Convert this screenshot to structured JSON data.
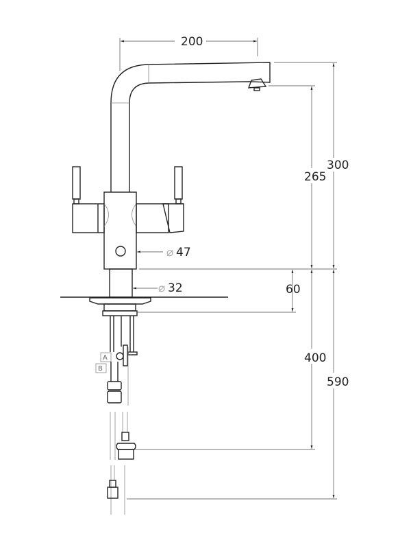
{
  "title": "Faucet dimension drawing",
  "dimensions": {
    "spout_reach": "200",
    "total_height": "300",
    "spout_outlet_height": "265",
    "body_diameter_symbol": "⌀",
    "body_diameter": "47",
    "base_diameter_symbol": "⌀",
    "base_diameter": "32",
    "mount_thickness": "60",
    "hose_length_valve": "400",
    "hose_length_total": "590"
  },
  "hose_tags": [
    "A",
    "B"
  ]
}
